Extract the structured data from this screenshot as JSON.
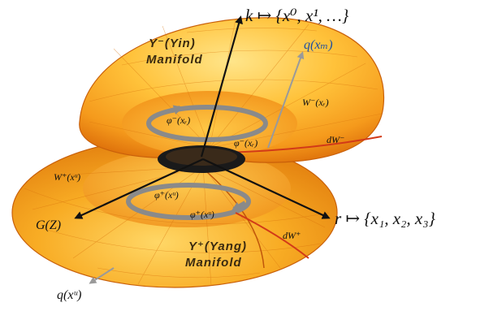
{
  "diagram": {
    "labels": {
      "k_axis": "k ↦ {x⁰, x¹, …}",
      "r_axis": "r ↦ {x₁, x₂, x₃}",
      "G_axis": "G(Z)",
      "q_upper": "q(xₘ)",
      "q_lower": "q(xᵘ)",
      "yin_line1": "Y⁻(Yin)",
      "yin_line2": "Manifold",
      "yang_line1": "Y⁺(Yang)",
      "yang_line2": "Manifold",
      "W_upper": "W⁻(xᵣ)",
      "W_lower": "W⁺(xᵘ)",
      "dW_upper": "dW⁻",
      "dW_lower": "dW⁺",
      "phi_upper_left": "φ⁻(xᵣ)",
      "phi_upper_right": "φ⁻(xᵣ)",
      "phi_lower_left": "φ⁺(xᵘ)",
      "phi_lower_right": "φ⁺(xᵘ)"
    },
    "colors": {
      "cone_light": "#ffd060",
      "cone_mid": "#f6a21e",
      "cone_dark": "#e0720a",
      "cone_edge": "#c0560a",
      "ring_gray": "#8a8a8a",
      "axis_black": "#111111",
      "red_line": "#d23a18",
      "waist": "#1a1a1a",
      "accent_blue": "#1f4fa0"
    }
  }
}
